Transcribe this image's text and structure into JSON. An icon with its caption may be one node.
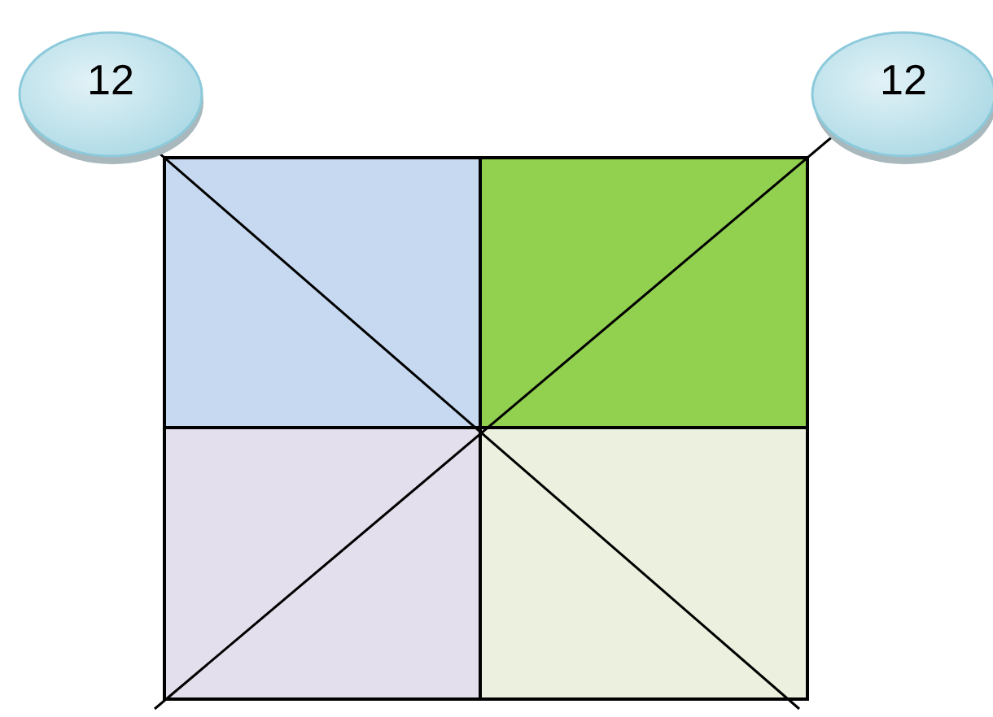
{
  "diagram": {
    "nodes": [
      {
        "text": [
          "12"
        ]
      },
      {
        "text": [
          "12"
        ]
      }
    ],
    "edges": [
      {
        "from": 0,
        "to": null,
        "arrow": "none"
      },
      {
        "from": 1,
        "to": null,
        "arrow": "none"
      }
    ]
  }
}
